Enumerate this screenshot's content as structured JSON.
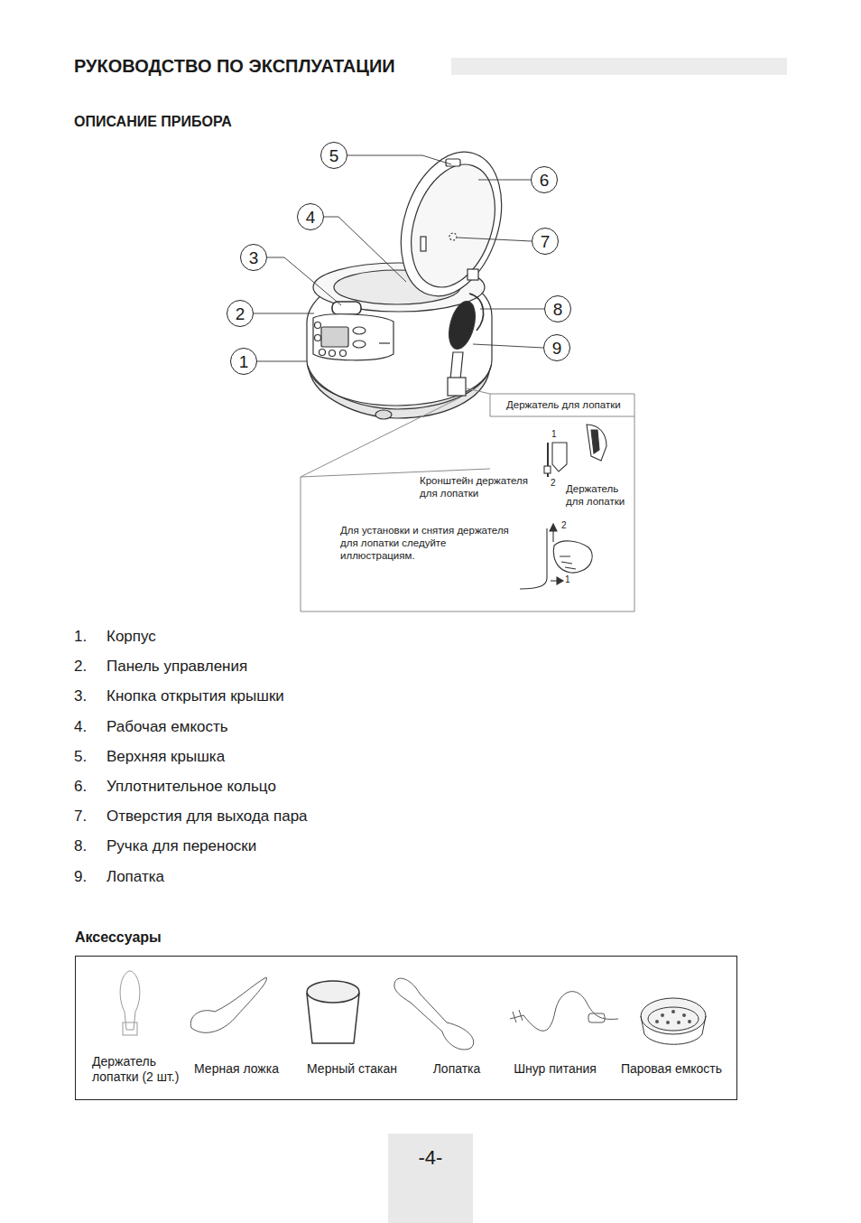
{
  "diagram": {
    "title": "РУКОВОДСТВО ПО ЭКСПЛУАТАЦИИ",
    "nodes": [
      {
        "text": [
          "5"
        ]
      },
      {
        "text": [
          "6"
        ]
      },
      {
        "text": [
          "4"
        ]
      },
      {
        "text": [
          "7"
        ]
      },
      {
        "text": [
          "3"
        ]
      },
      {
        "text": [
          "8"
        ]
      },
      {
        "text": [
          "2"
        ]
      },
      {
        "text": [
          "9"
        ]
      },
      {
        "text": [
          "1"
        ]
      },
      {
        "text": [
          "Держатель для лопатки",
          "1",
          "Кронштейн держателя для лопатки",
          "2",
          "Держатель для лопатки",
          "Для установки и снятия держателя для лопатки следуйте иллюстрациям.",
          "2",
          "1"
        ]
      },
      {
        "text": [
          "Аксессуары",
          "Держатель лопатки (2 шт.)",
          "Мерная ложка",
          "Мерный стакан",
          "Лопатка",
          "Шнур питания",
          "Паровая емкость"
        ]
      },
      {
        "text": [
          "-4-"
        ]
      }
    ],
    "labels": [
      "ОПИСАНИЕ ПРИБОРА",
      "1.",
      "Корпус",
      "2.",
      "Панель управления",
      "3.",
      "Кнопка открытия крышки",
      "4.",
      "Рабочая емкость",
      "5.",
      "Верхняя крышка",
      "6.",
      "Уплотнительное кольцо",
      "7.",
      "Отверстия для выхода пара",
      "8.",
      "Ручка для переноски",
      "9.",
      "Лопатка"
    ]
  }
}
